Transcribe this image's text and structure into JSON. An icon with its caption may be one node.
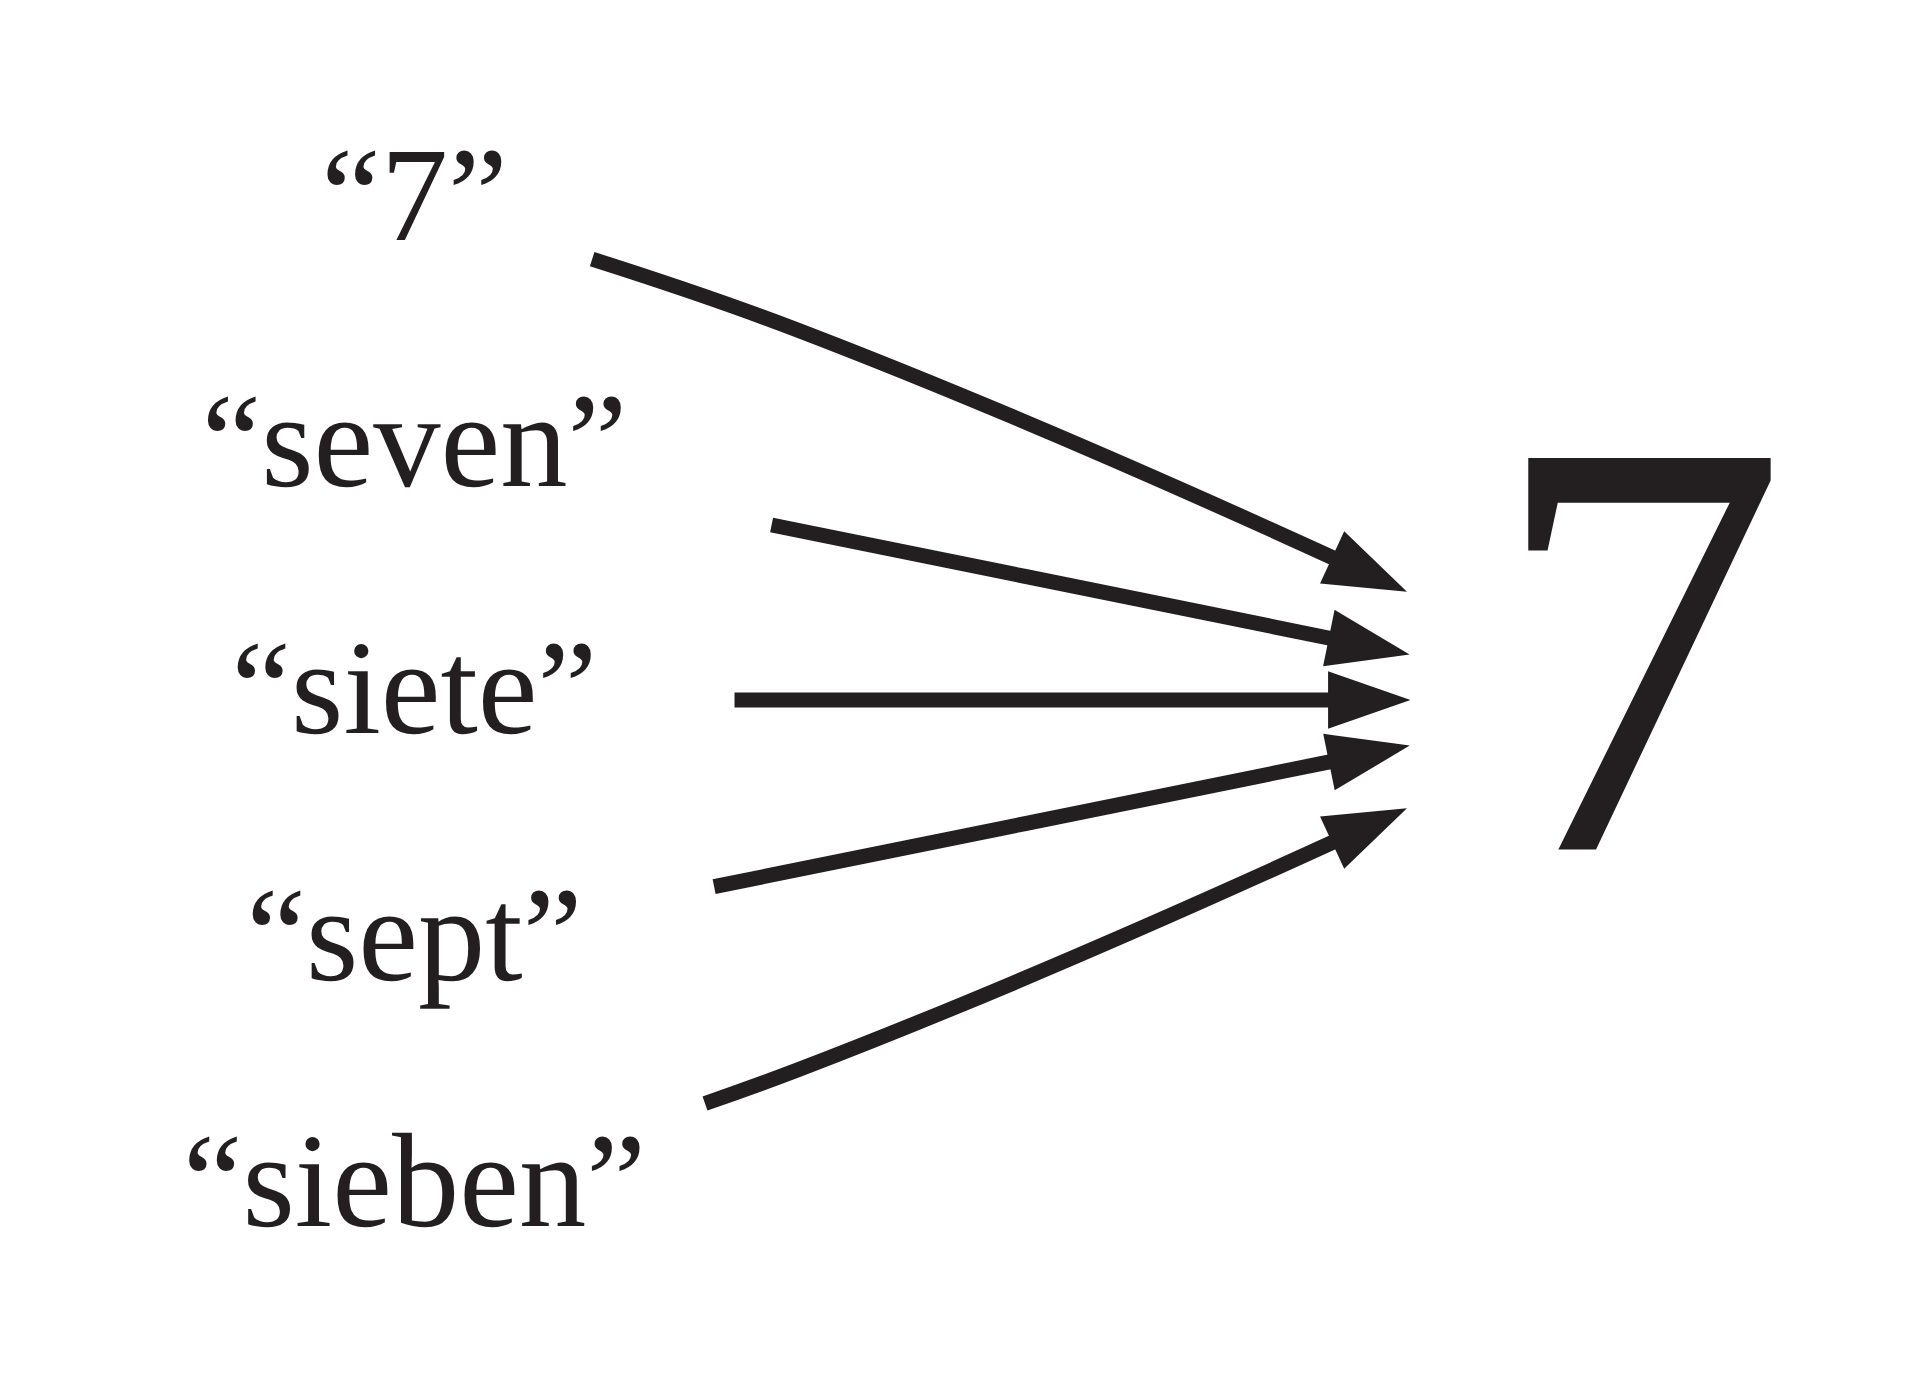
{
  "diagram": {
    "nodes": [
      {
        "text": [
          "“7”"
        ]
      },
      {
        "text": [
          "“seven”"
        ]
      },
      {
        "text": [
          "“siete”"
        ]
      },
      {
        "text": [
          "“sept”"
        ]
      },
      {
        "text": [
          "“sieben”"
        ]
      },
      {
        "text": [
          "7"
        ]
      }
    ],
    "edges": [
      {
        "from": 0,
        "to": 5,
        "arrow": "to"
      },
      {
        "from": 1,
        "to": 5,
        "arrow": "to"
      },
      {
        "from": 2,
        "to": 5,
        "arrow": "to"
      },
      {
        "from": 3,
        "to": 5,
        "arrow": "to"
      },
      {
        "from": 4,
        "to": 5,
        "arrow": "to"
      }
    ]
  }
}
